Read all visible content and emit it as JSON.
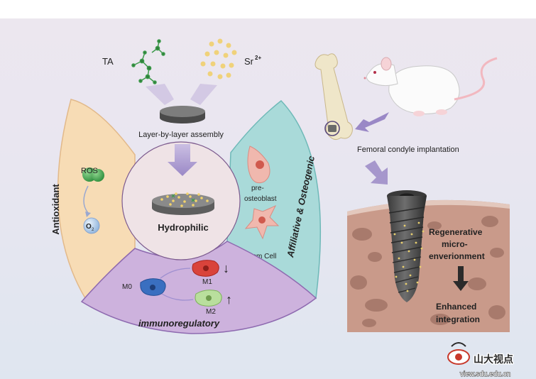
{
  "top": {
    "ta_label": "TA",
    "sr_label": "Sr",
    "sr_charge": "2+",
    "assembly_label": "Layer-by-layer assembly"
  },
  "center": {
    "hydrophilic_label": "Hydrophilic"
  },
  "sectors": {
    "antioxidant": {
      "title": "Antioxidant",
      "ros_label": "ROS",
      "o2_label": "O",
      "o2_sub": "2"
    },
    "osteogenic": {
      "title": "Affiliative & Osteogenic",
      "preosteoblast_line1": "pre-",
      "preosteoblast_line2": "osteoblast",
      "stem_cell_label": "Stem Cell"
    },
    "immuno": {
      "title": "immunoregulatory",
      "m0_label": "M0",
      "m1_label": "M1",
      "m2_label": "M2",
      "m1_arrow": "↓",
      "m2_arrow": "↑"
    }
  },
  "right": {
    "implant_label": "Femoral condyle implantation",
    "regen_line1": "Regenerative",
    "regen_line2": "micro-",
    "regen_line3": "enverionment",
    "enhanced_line1": "Enhanced",
    "enhanced_line2": "integration"
  },
  "watermark": {
    "brand": "山大视点",
    "url": "view.sdu.edu.cn"
  },
  "colors": {
    "antioxidant_fill": "#f7dcb5",
    "osteogenic_fill": "#a9dad9",
    "immuno_fill": "#cdb2dd",
    "center_fill": "#efe3e6",
    "arrow_purple": "#9a88c6",
    "bone_tissue": "#c99a8a",
    "ta_green": "#3d9a4b",
    "sr_yellow": "#f0d27a"
  }
}
